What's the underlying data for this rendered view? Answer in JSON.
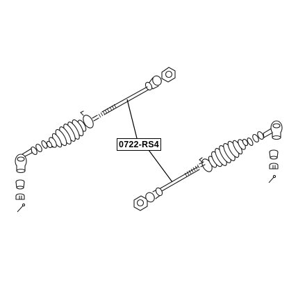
{
  "diagram": {
    "part_number": "0722-RS4",
    "assemblies": [
      "tie-rod-assembly-left",
      "tie-rod-assembly-right"
    ],
    "icons": {
      "inner-joint": "hex-ball-joint",
      "boot": "bellows-boot",
      "tie-rod-end": "outer-ball-joint",
      "hardware": "washer-nut-cotter-pin"
    }
  }
}
